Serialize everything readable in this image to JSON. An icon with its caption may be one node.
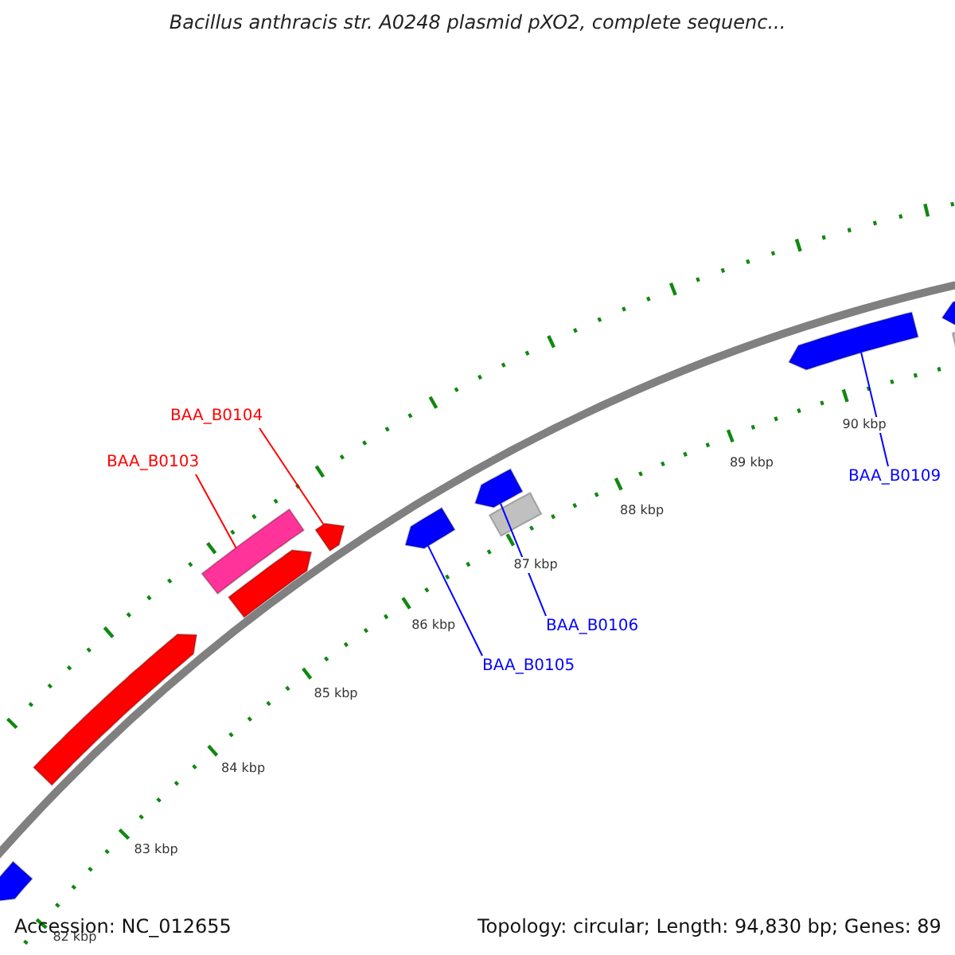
{
  "diagram": {
    "title": "Bacillus anthracis str. A0248 plasmid pXO2, complete sequenc...",
    "nodes": [
      {
        "text": [
          "BAA_B0104"
        ]
      },
      {
        "text": [
          "BAA_B0103"
        ]
      },
      {
        "text": [
          "BAA_B0105"
        ]
      },
      {
        "text": [
          "BAA_B0106"
        ]
      },
      {
        "text": [
          "BAA_B0109"
        ]
      },
      {
        "text": [],
        "shape": "arrow"
      },
      {
        "text": [],
        "shape": "arrow"
      },
      {
        "text": [],
        "shape": "box"
      },
      {
        "text": [],
        "shape": "arrow"
      },
      {
        "text": [],
        "shape": "arrow"
      },
      {
        "text": [],
        "shape": "arrow"
      },
      {
        "text": [],
        "shape": "arrow"
      },
      {
        "text": [],
        "shape": "box"
      },
      {
        "text": [],
        "shape": "arrow"
      },
      {
        "text": [],
        "shape": "arrow"
      },
      {
        "text": [],
        "shape": "box"
      }
    ],
    "edges": [
      {
        "from": 0,
        "to": 9,
        "arrow": "none",
        "color": "#ff0000"
      },
      {
        "from": 1,
        "to": 7,
        "arrow": "none",
        "color": "#ff0000"
      },
      {
        "from": 2,
        "to": 10,
        "arrow": "none"
      },
      {
        "from": 3,
        "to": 11,
        "arrow": "none"
      },
      {
        "from": 4,
        "to": 13,
        "arrow": "none"
      }
    ],
    "labels": [
      "90 kbp",
      "89 kbp",
      "88 kbp",
      "87 kbp",
      "86 kbp",
      "85 kbp",
      "84 kbp",
      "83 kbp",
      "82 kbp",
      "Accession: NC_012655",
      "Topology: circular; Length: 94,830 bp; Genes: 89"
    ]
  }
}
